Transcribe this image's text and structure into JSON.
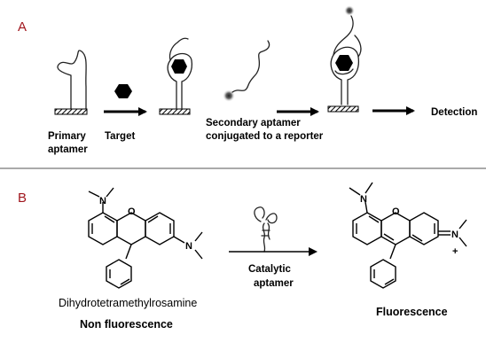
{
  "panel_a": {
    "letter": "A",
    "primary_label_line1": "Primary",
    "primary_label_line2": "aptamer",
    "target_label": "Target",
    "secondary_label_line1": "Secondary aptamer",
    "secondary_label_line2": "conjugated to a reporter",
    "detection_label": "Detection"
  },
  "panel_b": {
    "letter": "B",
    "reactant_name": "Dihydrotetramethylrosamine",
    "reactant_state": "Non fluorescence",
    "catalyst_line1": "Catalytic",
    "catalyst_line2": "aptamer",
    "product_state": "Fluorescence",
    "atoms": {
      "nitrogen": "N",
      "oxygen": "O",
      "plus": "+"
    }
  },
  "colors": {
    "panel_letter": "#a0161d",
    "divider": "#555555",
    "ink": "#000000"
  }
}
